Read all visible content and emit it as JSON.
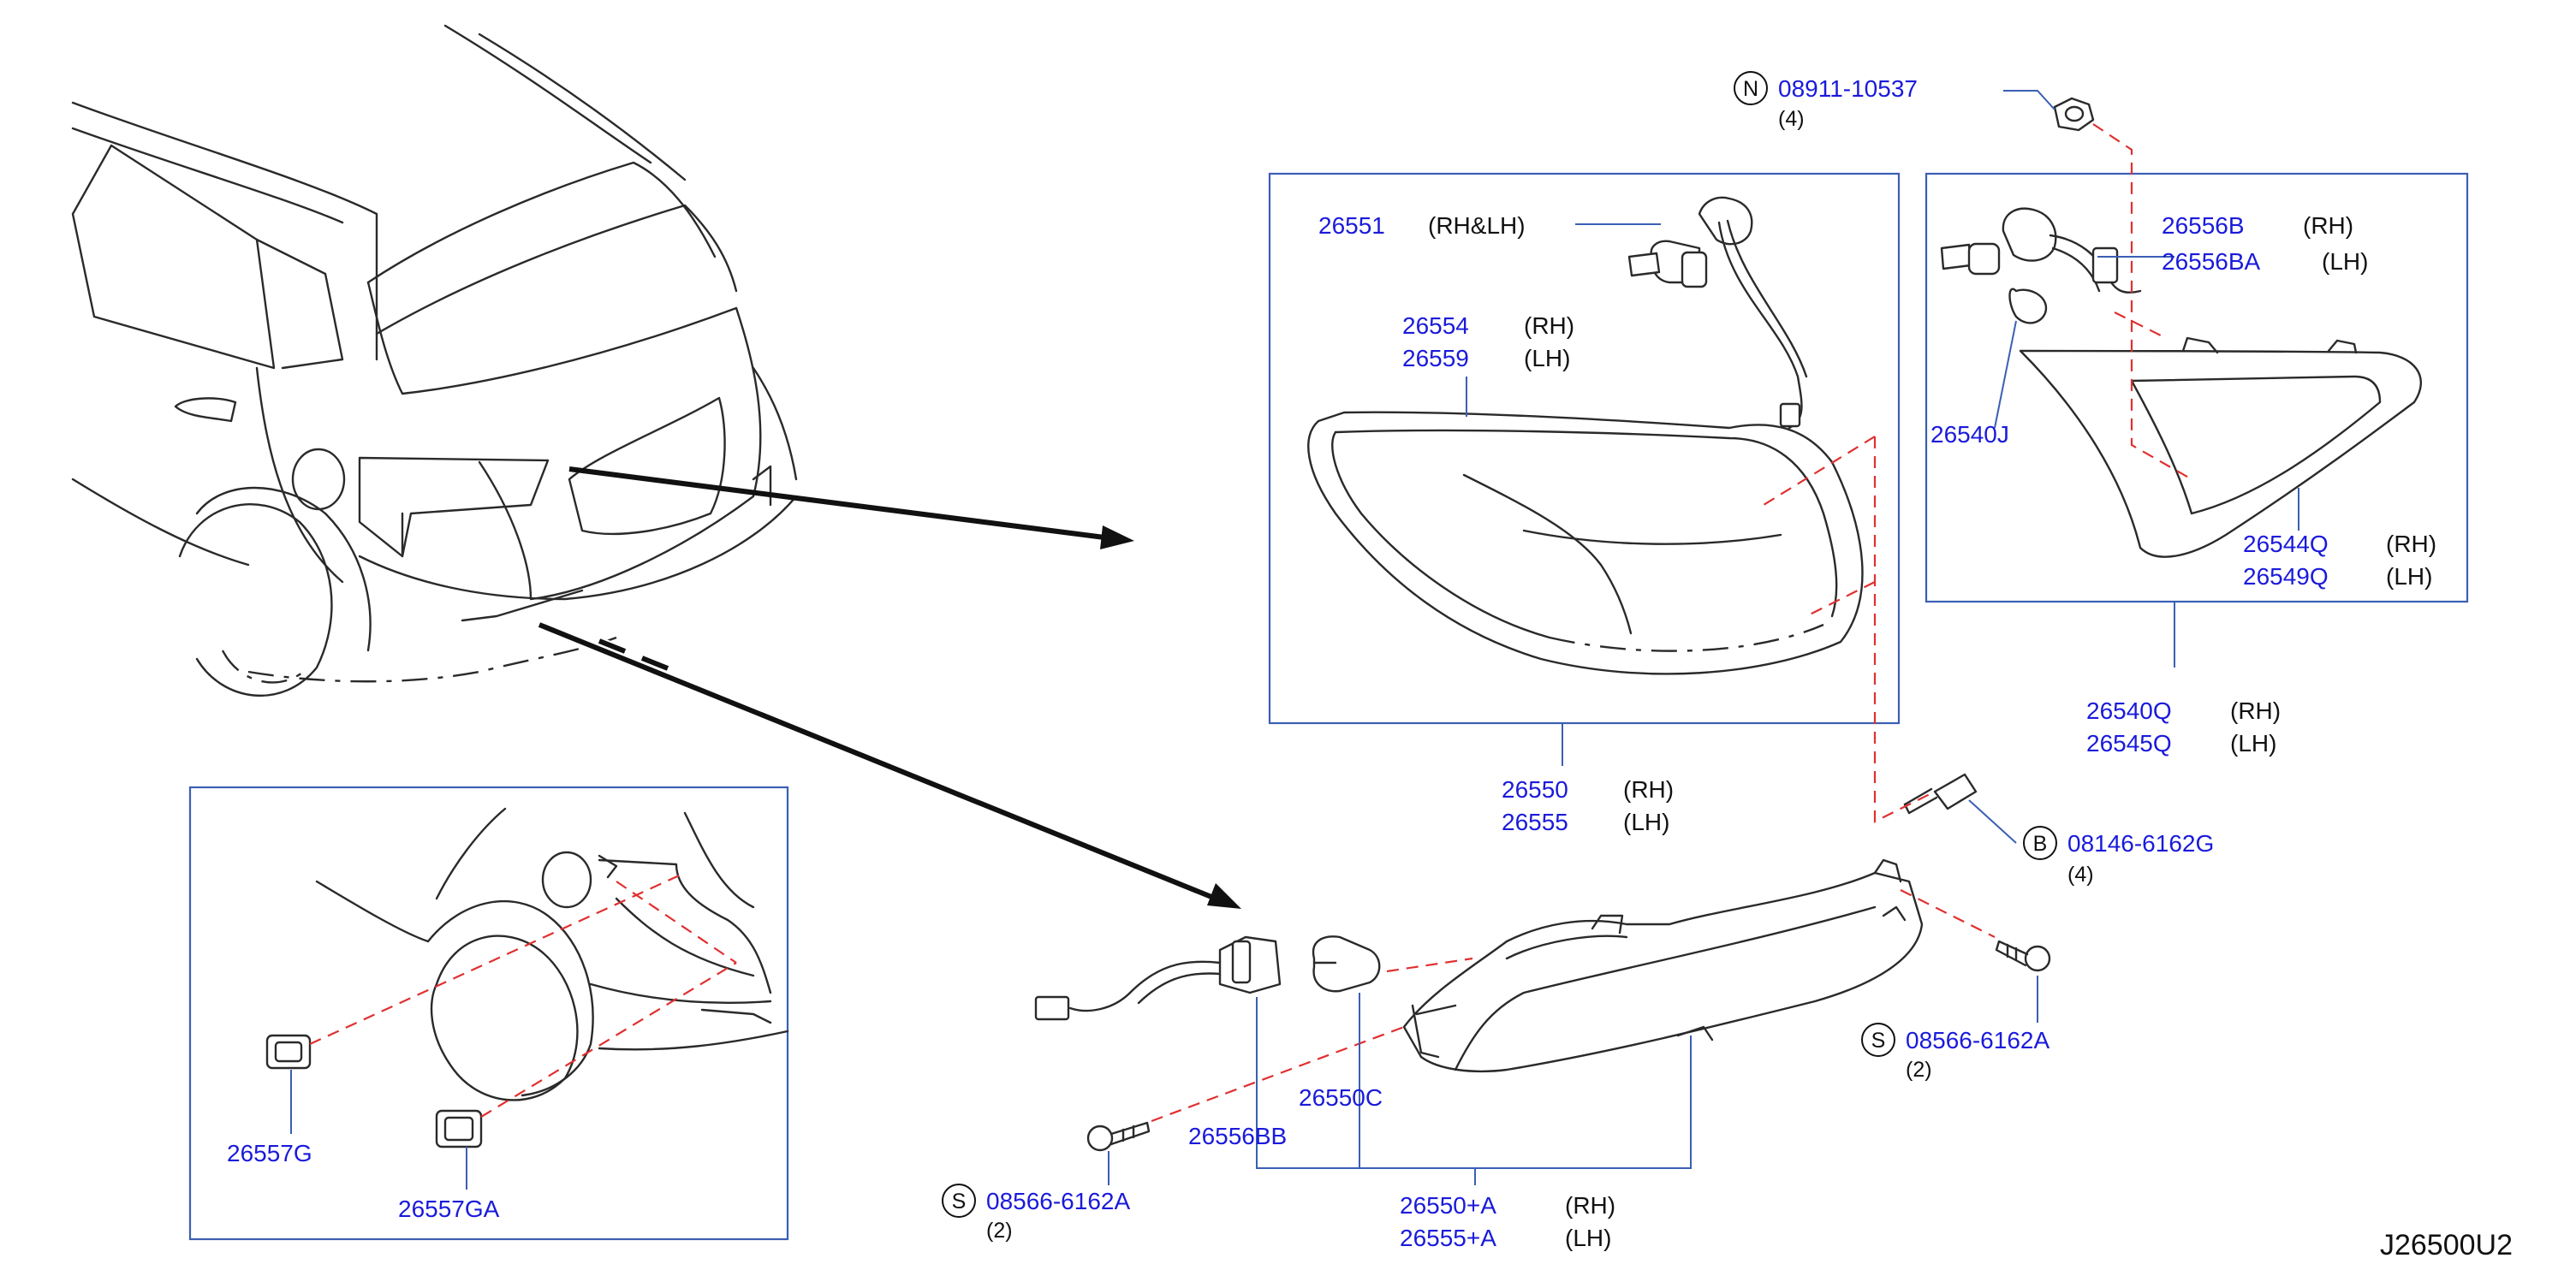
{
  "diagram_code": "J26500U2",
  "callouts": {
    "c26551": {
      "part": "26551",
      "side": "(RH&LH)"
    },
    "c26554": {
      "part1": "26554",
      "side1": "(RH)",
      "part2": "26559",
      "side2": "(LH)"
    },
    "c26550": {
      "part1": "26550",
      "side1": "(RH)",
      "part2": "26555",
      "side2": "(LH)"
    },
    "c26556B": {
      "part1": "26556B",
      "side1": "(RH)",
      "part2": "26556BA",
      "side2": "(LH)"
    },
    "c26540J": {
      "part": "26540J"
    },
    "c26544Q": {
      "part1": "26544Q",
      "side1": "(RH)",
      "part2": "26549Q",
      "side2": "(LH)"
    },
    "c26540Q": {
      "part1": "26540Q",
      "side1": "(RH)",
      "part2": "26545Q",
      "side2": "(LH)"
    },
    "nut": {
      "letter": "N",
      "part": "08911-10537",
      "qty": "(4)"
    },
    "bolt": {
      "letter": "B",
      "part": "08146-6162G",
      "qty": "(4)"
    },
    "screw_right": {
      "letter": "S",
      "part": "08566-6162A",
      "qty": "(2)"
    },
    "screw_left": {
      "letter": "S",
      "part": "08566-6162A",
      "qty": "(2)"
    },
    "c26550C": {
      "part": "26550C"
    },
    "c26556BB": {
      "part": "26556BB"
    },
    "c26550A": {
      "part1": "26550+A",
      "side1": "(RH)",
      "part2": "26555+A",
      "side2": "(LH)"
    },
    "c26557G": {
      "part": "26557G"
    },
    "c26557GA": {
      "part": "26557GA"
    }
  }
}
